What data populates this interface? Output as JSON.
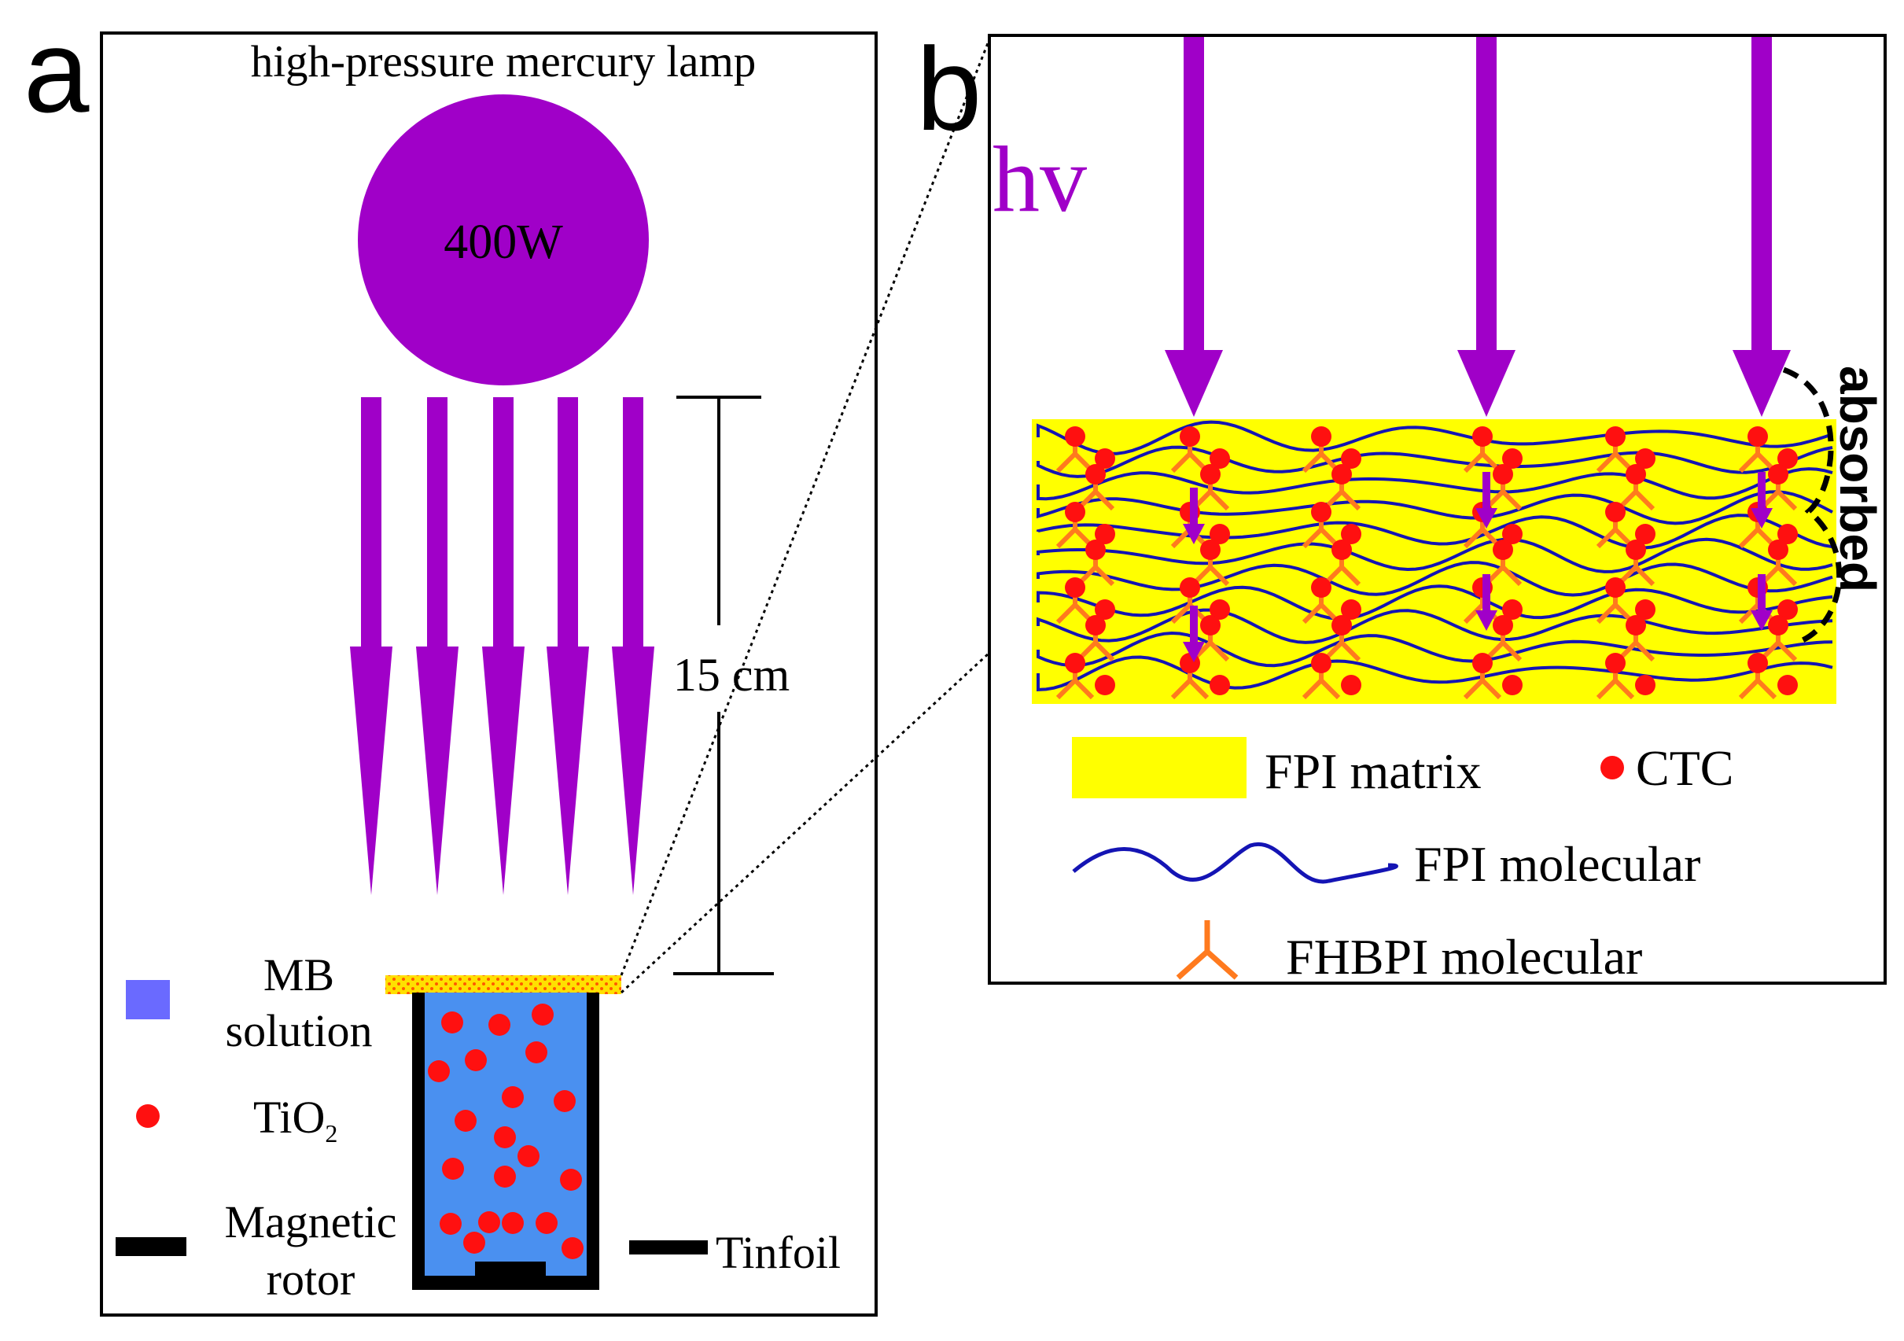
{
  "panel_a": {
    "letter": "a",
    "lamp_title": "high-pressure mercury lamp",
    "lamp_power": "400W",
    "distance_label": "15 cm",
    "legend": {
      "mb_solution_line1": "MB",
      "mb_solution_line2": "solution",
      "tio2_main": "TiO",
      "tio2_sub": "2",
      "magnetic_rotor_line1": "Magnetic",
      "magnetic_rotor_line2": "rotor",
      "tinfoil": "Tinfoil"
    }
  },
  "panel_b": {
    "letter": "b",
    "hv_label": "hv",
    "absorbed_label": "absorbed",
    "legend": {
      "fpi_matrix": "FPI matrix",
      "ctc": "CTC",
      "fpi_molecular": "FPI molecular",
      "fhbpi_molecular": "FHBPI molecular"
    }
  },
  "colors": {
    "purple": "#a000c8",
    "red": "#ff1010",
    "yellow": "#ffff00",
    "blue_line": "#1414b4",
    "orange": "#ff7a1e",
    "solution_blue": "#4a90f0",
    "mb_legend_blue": "#6a6aff",
    "black": "#000000"
  }
}
